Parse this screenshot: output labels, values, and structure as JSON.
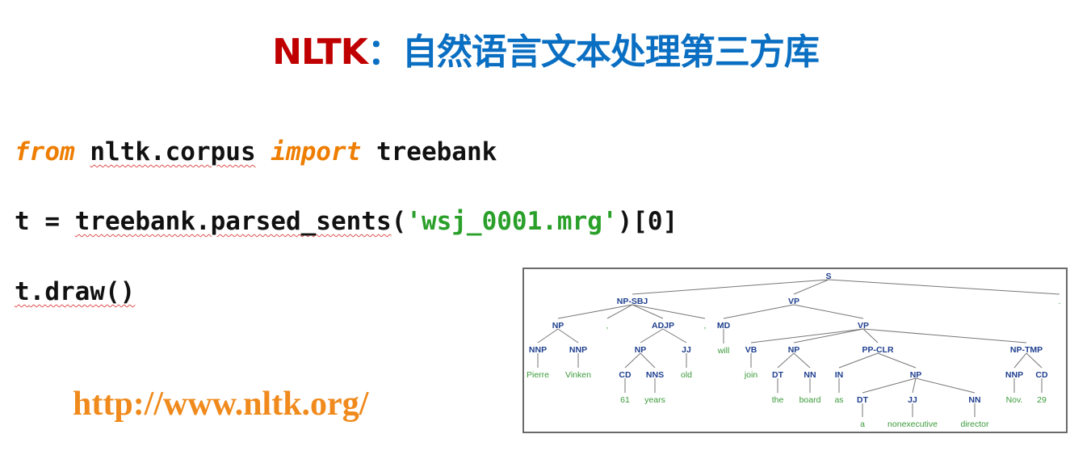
{
  "title": {
    "brand": "NLTK",
    "separator": "：",
    "subtitle": "自然语言文本处理第三方库"
  },
  "code": {
    "line1": {
      "kw_from": "from",
      "module": "nltk.corpus",
      "kw_import": "import",
      "name": "treebank"
    },
    "line2": {
      "var": "t",
      "eq": " = ",
      "call": "treebank.parsed_sents",
      "open": "(",
      "arg": "'wsj_0001.mrg'",
      "close": ")[0]"
    },
    "line3": {
      "obj": "t",
      "method": ".draw()"
    }
  },
  "url": "http://www.nltk.org/",
  "tree": {
    "nodes": [
      {
        "id": "S",
        "label": "S",
        "kind": "nt"
      },
      {
        "id": "NPSBJ",
        "label": "NP-SBJ",
        "kind": "nt"
      },
      {
        "id": "VP1",
        "label": "VP",
        "kind": "nt"
      },
      {
        "id": "PERIOD",
        "label": ".",
        "kind": "leaf"
      },
      {
        "id": "NP1",
        "label": "NP",
        "kind": "nt"
      },
      {
        "id": "COMMA1",
        "label": ",",
        "kind": "leaf"
      },
      {
        "id": "ADJP",
        "label": "ADJP",
        "kind": "nt"
      },
      {
        "id": "COMMA2",
        "label": ",",
        "kind": "leaf"
      },
      {
        "id": "MD",
        "label": "MD",
        "kind": "nt"
      },
      {
        "id": "VP2",
        "label": "VP",
        "kind": "nt"
      },
      {
        "id": "NNP1",
        "label": "NNP",
        "kind": "nt"
      },
      {
        "id": "NNP2",
        "label": "NNP",
        "kind": "nt"
      },
      {
        "id": "NP2",
        "label": "NP",
        "kind": "nt"
      },
      {
        "id": "JJ1",
        "label": "JJ",
        "kind": "nt"
      },
      {
        "id": "will",
        "label": "will",
        "kind": "leaf"
      },
      {
        "id": "VB",
        "label": "VB",
        "kind": "nt"
      },
      {
        "id": "NP3",
        "label": "NP",
        "kind": "nt"
      },
      {
        "id": "PPCLR",
        "label": "PP-CLR",
        "kind": "nt"
      },
      {
        "id": "NPTMP",
        "label": "NP-TMP",
        "kind": "nt"
      },
      {
        "id": "Pierre",
        "label": "Pierre",
        "kind": "leaf"
      },
      {
        "id": "Vinken",
        "label": "Vinken",
        "kind": "leaf"
      },
      {
        "id": "CD1",
        "label": "CD",
        "kind": "nt"
      },
      {
        "id": "NNS",
        "label": "NNS",
        "kind": "nt"
      },
      {
        "id": "old",
        "label": "old",
        "kind": "leaf"
      },
      {
        "id": "join",
        "label": "join",
        "kind": "leaf"
      },
      {
        "id": "DT1",
        "label": "DT",
        "kind": "nt"
      },
      {
        "id": "NN1",
        "label": "NN",
        "kind": "nt"
      },
      {
        "id": "IN",
        "label": "IN",
        "kind": "nt"
      },
      {
        "id": "NP4",
        "label": "NP",
        "kind": "nt"
      },
      {
        "id": "NNP3",
        "label": "NNP",
        "kind": "nt"
      },
      {
        "id": "CD2",
        "label": "CD",
        "kind": "nt"
      },
      {
        "id": "n61",
        "label": "61",
        "kind": "leaf"
      },
      {
        "id": "years",
        "label": "years",
        "kind": "leaf"
      },
      {
        "id": "the",
        "label": "the",
        "kind": "leaf"
      },
      {
        "id": "board",
        "label": "board",
        "kind": "leaf"
      },
      {
        "id": "as",
        "label": "as",
        "kind": "leaf"
      },
      {
        "id": "DT2",
        "label": "DT",
        "kind": "nt"
      },
      {
        "id": "JJ2",
        "label": "JJ",
        "kind": "nt"
      },
      {
        "id": "NN2",
        "label": "NN",
        "kind": "nt"
      },
      {
        "id": "Nov",
        "label": "Nov.",
        "kind": "leaf"
      },
      {
        "id": "n29",
        "label": "29",
        "kind": "leaf"
      },
      {
        "id": "a",
        "label": "a",
        "kind": "leaf"
      },
      {
        "id": "nonexec",
        "label": "nonexecutive",
        "kind": "leaf"
      },
      {
        "id": "director",
        "label": "director",
        "kind": "leaf"
      }
    ],
    "edges": [
      [
        "S",
        "NPSBJ"
      ],
      [
        "S",
        "VP1"
      ],
      [
        "S",
        "PERIOD"
      ],
      [
        "NPSBJ",
        "NP1"
      ],
      [
        "NPSBJ",
        "COMMA1"
      ],
      [
        "NPSBJ",
        "ADJP"
      ],
      [
        "NPSBJ",
        "COMMA2"
      ],
      [
        "VP1",
        "MD"
      ],
      [
        "VP1",
        "VP2"
      ],
      [
        "NP1",
        "NNP1"
      ],
      [
        "NP1",
        "NNP2"
      ],
      [
        "ADJP",
        "NP2"
      ],
      [
        "ADJP",
        "JJ1"
      ],
      [
        "MD",
        "will"
      ],
      [
        "VP2",
        "VB"
      ],
      [
        "VP2",
        "NP3"
      ],
      [
        "VP2",
        "PPCLR"
      ],
      [
        "VP2",
        "NPTMP"
      ],
      [
        "NNP1",
        "Pierre"
      ],
      [
        "NNP2",
        "Vinken"
      ],
      [
        "NP2",
        "CD1"
      ],
      [
        "NP2",
        "NNS"
      ],
      [
        "JJ1",
        "old"
      ],
      [
        "VB",
        "join"
      ],
      [
        "NP3",
        "DT1"
      ],
      [
        "NP3",
        "NN1"
      ],
      [
        "PPCLR",
        "IN"
      ],
      [
        "PPCLR",
        "NP4"
      ],
      [
        "NPTMP",
        "NNP3"
      ],
      [
        "NPTMP",
        "CD2"
      ],
      [
        "CD1",
        "n61"
      ],
      [
        "NNS",
        "years"
      ],
      [
        "DT1",
        "the"
      ],
      [
        "NN1",
        "board"
      ],
      [
        "IN",
        "as"
      ],
      [
        "NP4",
        "DT2"
      ],
      [
        "NP4",
        "JJ2"
      ],
      [
        "NP4",
        "NN2"
      ],
      [
        "NNP3",
        "Nov"
      ],
      [
        "CD2",
        "n29"
      ],
      [
        "DT2",
        "a"
      ],
      [
        "JJ2",
        "nonexec"
      ],
      [
        "NN2",
        "director"
      ]
    ],
    "colors": {
      "nonterminal": "#1f3f8f",
      "leaf": "#3a9a3a",
      "edge": "#777777"
    }
  }
}
